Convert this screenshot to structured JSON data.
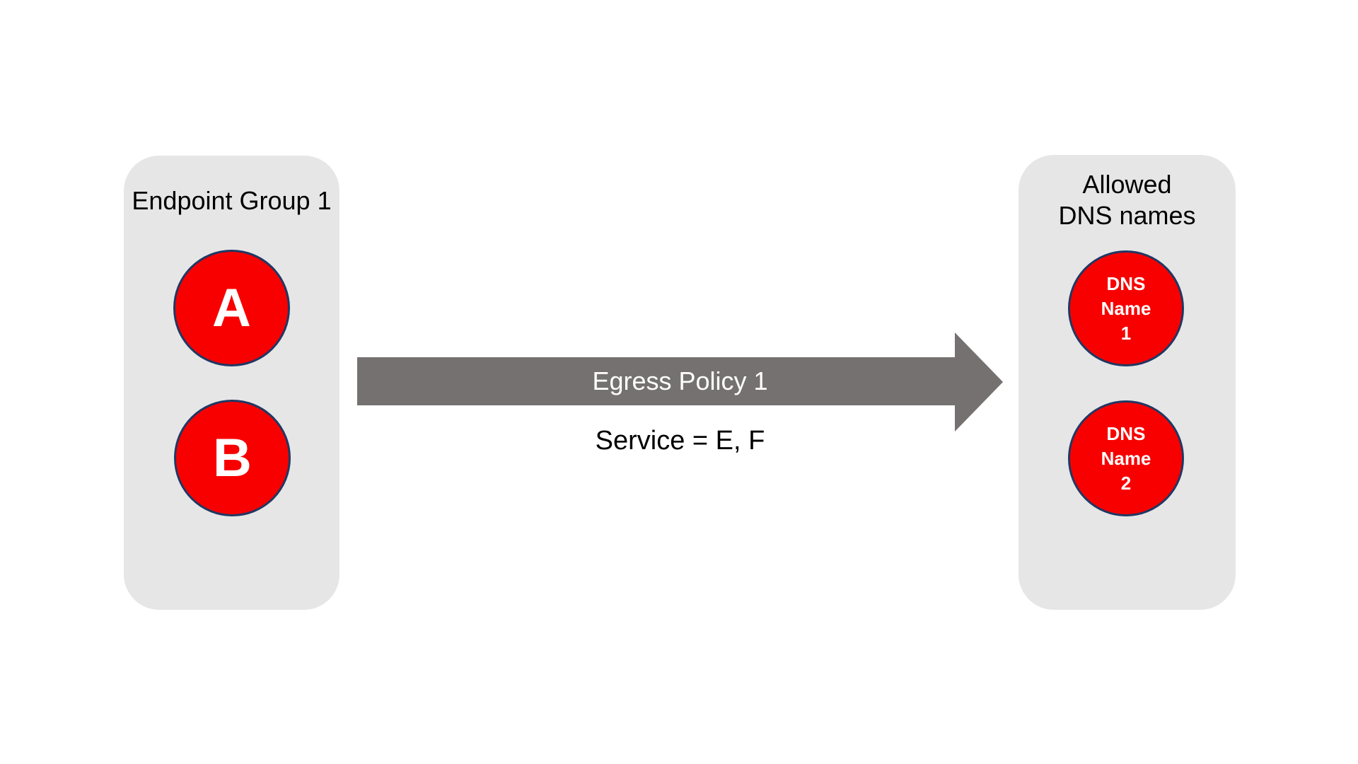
{
  "colors": {
    "page_bg": "#ffffff",
    "panel_bg": "#e7e6e6",
    "node_fill": "#f80000",
    "node_stroke": "#1f3864",
    "arrow": "#767171",
    "text_dark": "#000000",
    "text_light": "#ffffff"
  },
  "left_panel": {
    "title": "Endpoint Group 1",
    "nodes": [
      {
        "label": "A"
      },
      {
        "label": "B"
      }
    ]
  },
  "arrow": {
    "label": "Egress Policy 1",
    "sublabel": "Service = E, F"
  },
  "right_panel": {
    "title_line1": "Allowed",
    "title_line2": "DNS names",
    "nodes": [
      {
        "lines": [
          "DNS",
          "Name",
          "1"
        ]
      },
      {
        "lines": [
          "DNS",
          "Name",
          "2"
        ]
      }
    ]
  }
}
